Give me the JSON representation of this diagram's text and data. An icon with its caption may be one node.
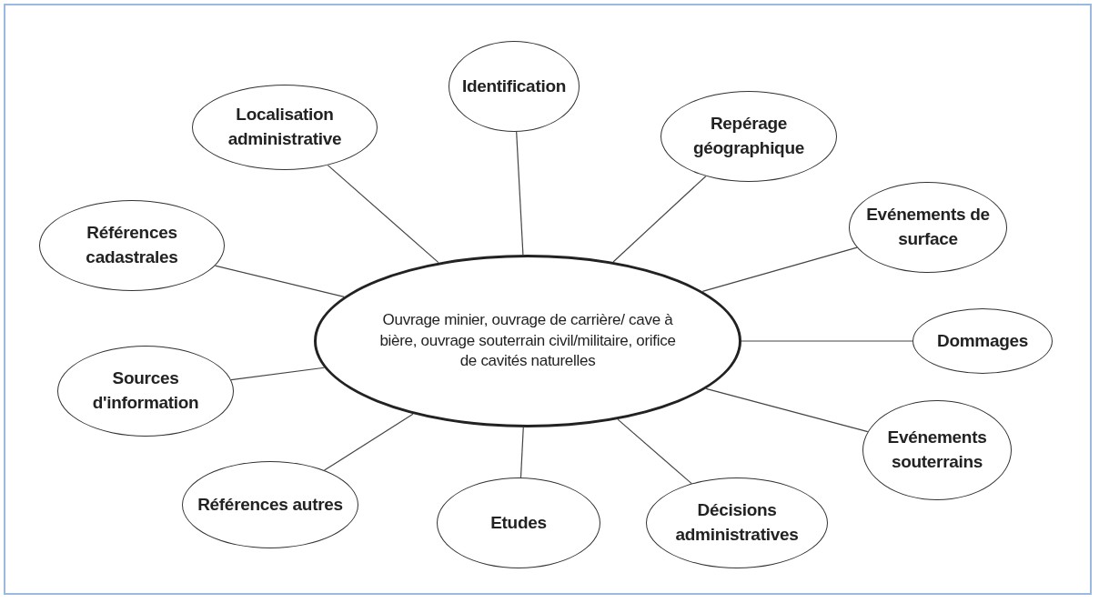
{
  "diagram": {
    "nodes": [
      {
        "text": [
          "Ouvrage minier, ouvrage de carrière/ cave à bière, ouvrage souterrain civil/militaire, orifice de cavités naturelles"
        ]
      },
      {
        "text": [
          "Localisation administrative"
        ]
      },
      {
        "text": [
          "Identification"
        ]
      },
      {
        "text": [
          "Repérage géographique"
        ]
      },
      {
        "text": [
          "Références cadastrales"
        ]
      },
      {
        "text": [
          "Evénements de surface"
        ]
      },
      {
        "text": [
          "Dommages"
        ]
      },
      {
        "text": [
          "Sources d'information"
        ]
      },
      {
        "text": [
          "Evénements souterrains"
        ]
      },
      {
        "text": [
          "Références autres"
        ]
      },
      {
        "text": [
          "Etudes"
        ]
      },
      {
        "text": [
          "Décisions administratives"
        ]
      }
    ],
    "edges": [
      {
        "from": 0,
        "to": 1,
        "arrow": "none"
      },
      {
        "from": 0,
        "to": 2,
        "arrow": "none"
      },
      {
        "from": 0,
        "to": 3,
        "arrow": "none"
      },
      {
        "from": 0,
        "to": 4,
        "arrow": "none"
      },
      {
        "from": 0,
        "to": 5,
        "arrow": "none"
      },
      {
        "from": 0,
        "to": 6,
        "arrow": "none"
      },
      {
        "from": 0,
        "to": 7,
        "arrow": "none"
      },
      {
        "from": 0,
        "to": 8,
        "arrow": "none"
      },
      {
        "from": 0,
        "to": 9,
        "arrow": "none"
      },
      {
        "from": 0,
        "to": 10,
        "arrow": "none"
      },
      {
        "from": 0,
        "to": 11,
        "arrow": "none"
      }
    ]
  }
}
